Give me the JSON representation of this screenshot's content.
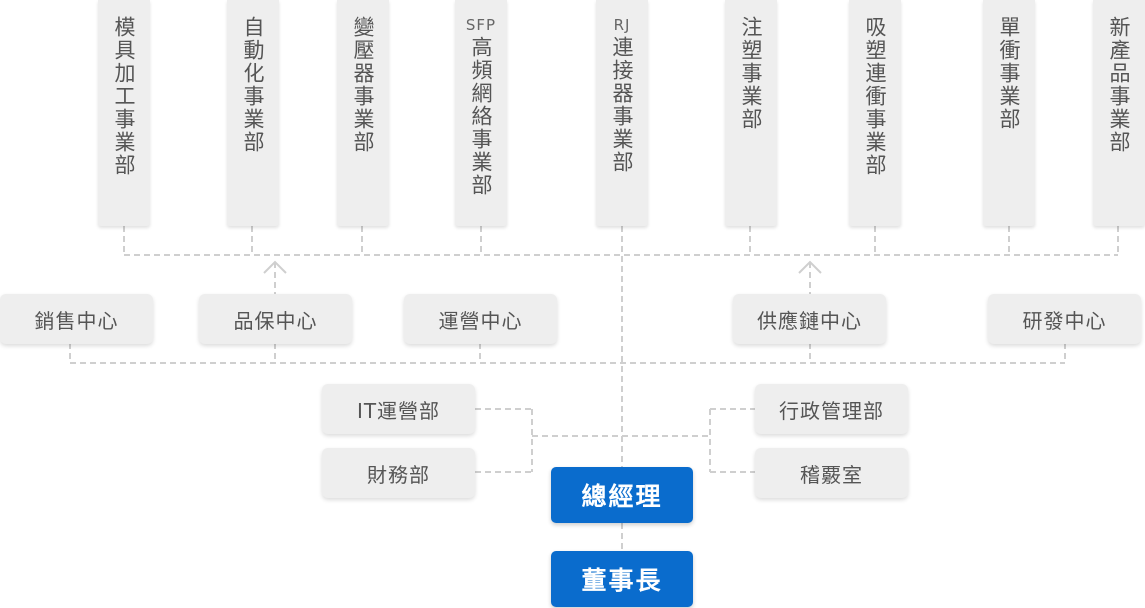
{
  "units": [
    {
      "pre": "",
      "label": "模具加工事業部"
    },
    {
      "pre": "",
      "label": "自動化事業部"
    },
    {
      "pre": "",
      "label": "變壓器事業部"
    },
    {
      "pre": "SFP",
      "label": "高頻網絡事業部"
    },
    {
      "pre": "RJ",
      "label": "連接器事業部"
    },
    {
      "pre": "",
      "label": "注塑事業部"
    },
    {
      "pre": "",
      "label": "吸塑連衝事業部"
    },
    {
      "pre": "",
      "label": "單衝事業部"
    },
    {
      "pre": "",
      "label": "新產品事業部"
    }
  ],
  "centers": [
    "銷售中心",
    "品保中心",
    "運營中心",
    "供應鏈中心",
    "研發中心"
  ],
  "departments": {
    "it": "IT運營部",
    "finance": "財務部",
    "admin": "行政管理部",
    "audit": "稽覈室"
  },
  "general_manager": "總經理",
  "chairman": "董事長",
  "colors": {
    "box_bg": "#eeeeee",
    "text": "#555555",
    "accent": "#0a6ccd",
    "line": "#cccccc"
  }
}
